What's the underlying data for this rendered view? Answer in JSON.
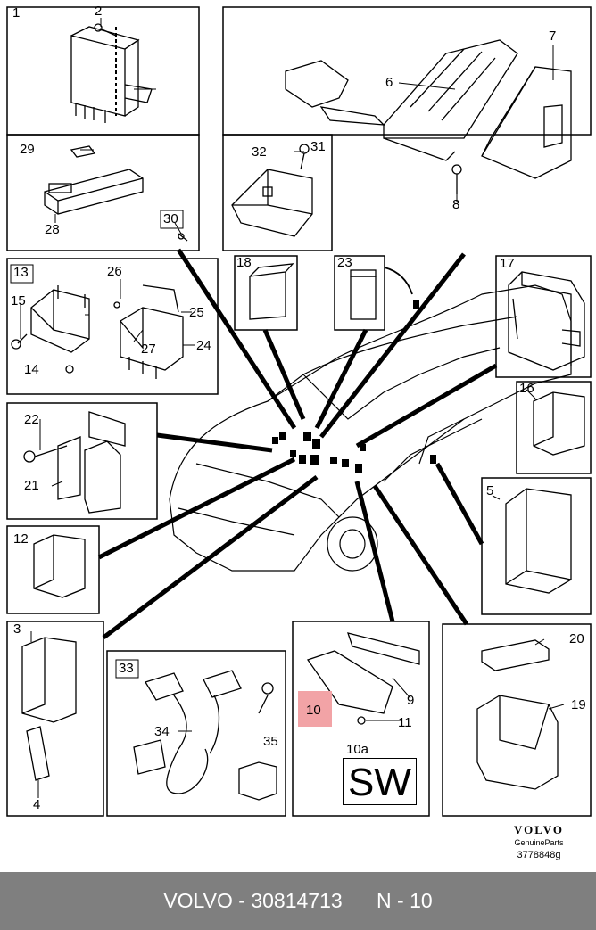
{
  "callouts": {
    "c1": "1",
    "c2": "2",
    "c3": "3",
    "c4": "4",
    "c5": "5",
    "c6": "6",
    "c7": "7",
    "c8": "8",
    "c9": "9",
    "c10": "10",
    "c10a": "10a",
    "c11": "11",
    "c12": "12",
    "c13": "13",
    "c14": "14",
    "c15": "15",
    "c16": "16",
    "c17": "17",
    "c18": "18",
    "c19": "19",
    "c20": "20",
    "c21": "21",
    "c22": "22",
    "c23": "23",
    "c24": "24",
    "c25": "25",
    "c26": "26",
    "c27": "27",
    "c28": "28",
    "c29": "29",
    "c30": "30",
    "c31": "31",
    "c32": "32",
    "c33": "33",
    "c34": "34",
    "c35": "35"
  },
  "inset_10a": {
    "text": "SW"
  },
  "brand": {
    "logo": "VOLVO",
    "subtitle": "GenuineParts",
    "drawing_code": "3778848g"
  },
  "footer": {
    "make": "VOLVO",
    "part_number": "30814713",
    "position": "N - 10"
  },
  "highlight_color": "#f2a3a6"
}
